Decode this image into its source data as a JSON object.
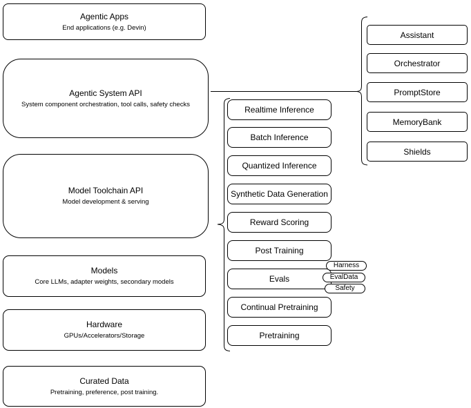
{
  "diagram": {
    "background": "#ffffff",
    "stroke_color": "#000000",
    "text_color": "#000000"
  },
  "stack": {
    "boxes": [
      {
        "title": "Agentic Apps",
        "subtitle": "End applications (e.g. Devin)"
      },
      {
        "title": "Agentic System API",
        "subtitle": "System component orchestration, tool calls, safety checks"
      },
      {
        "title": "Model Toolchain API",
        "subtitle": "Model development & serving"
      },
      {
        "title": "Models",
        "subtitle": "Core LLMs, adapter weights, secondary models"
      },
      {
        "title": "Hardware",
        "subtitle": "GPUs/Accelerators/Storage"
      },
      {
        "title": "Curated Data",
        "subtitle": "Pretraining, preference, post training."
      }
    ]
  },
  "toolchain": {
    "items": [
      "Realtime Inference",
      "Batch Inference",
      "Quantized Inference",
      "Synthetic Data Generation",
      "Reward Scoring",
      "Post Training",
      "Evals",
      "Continual Pretraining",
      "Pretraining"
    ],
    "evals_tags": [
      "Harness",
      "EvalData",
      "Safety"
    ]
  },
  "system_components": {
    "items": [
      "Assistant",
      "Orchestrator",
      "PromptStore",
      "MemoryBank",
      "Shields"
    ]
  }
}
